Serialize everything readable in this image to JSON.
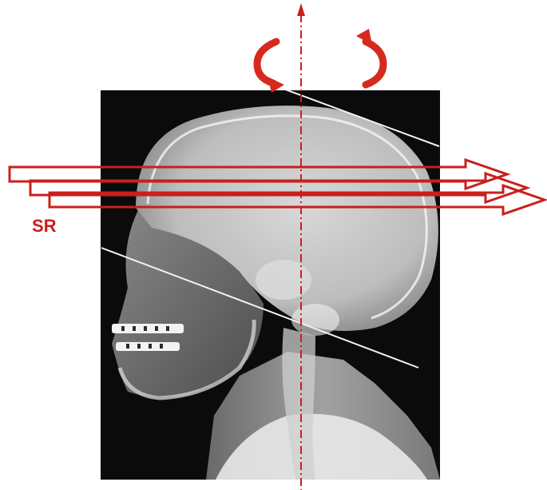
{
  "figure": {
    "label_sr": "SR",
    "colors": {
      "accent": "#c8201c",
      "xray_background": "#0b0b0b",
      "bone": "#e6e6e6",
      "guide_line": "#f2f2f2"
    },
    "elements": [
      "xray-panel",
      "vertical-axis",
      "rotation-arrow-left",
      "rotation-arrow-right",
      "beam-arrows",
      "diagonal-line-top",
      "diagonal-line-bottom"
    ]
  }
}
